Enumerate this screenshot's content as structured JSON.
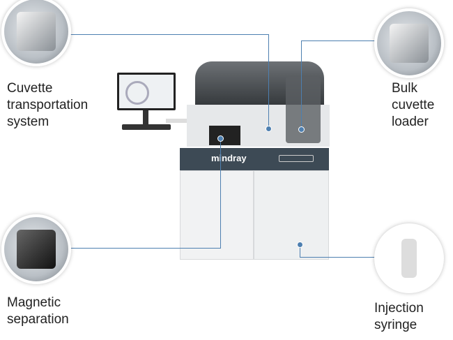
{
  "callouts": [
    {
      "label_lines": [
        "Cuvette",
        "transportation",
        "system"
      ]
    },
    {
      "label_lines": [
        "Bulk",
        "cuvette",
        "loader"
      ]
    },
    {
      "label_lines": [
        "Magnetic",
        "separation"
      ]
    },
    {
      "label_lines": [
        "Injection",
        "syringe"
      ]
    }
  ],
  "machine": {
    "brand": "mindray"
  },
  "colors": {
    "leader_line": "#4d7fb0",
    "cabinet": "#f1f2f3",
    "panel": "#3d4a55"
  }
}
